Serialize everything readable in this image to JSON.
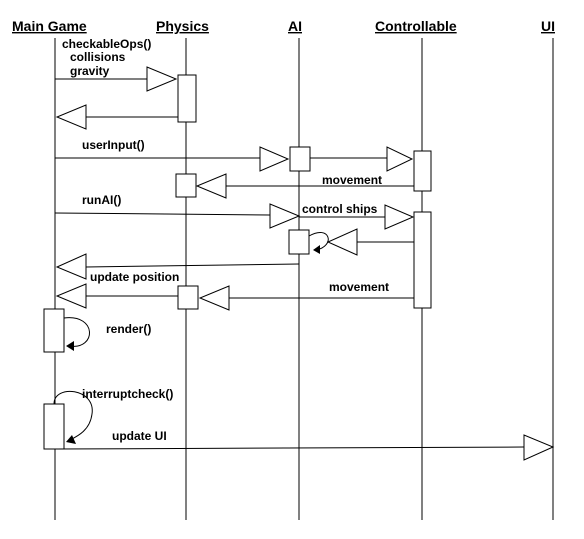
{
  "lifelines": [
    {
      "id": "main",
      "label": "Main Game"
    },
    {
      "id": "physics",
      "label": "Physics"
    },
    {
      "id": "ai",
      "label": "AI"
    },
    {
      "id": "controllable",
      "label": "Controllable"
    },
    {
      "id": "ui",
      "label": "UI"
    }
  ],
  "messages": {
    "checkable_ops": "checkableOps()",
    "collisions": "collisions",
    "gravity": "gravity",
    "user_input": "userInput()",
    "movement_1": "movement",
    "run_ai": "runAI()",
    "control_ships": "control ships",
    "update_position": "update position",
    "movement_2": "movement",
    "render": "render()",
    "interrupt_check": "interruptcheck()",
    "update_ui": "update UI"
  }
}
